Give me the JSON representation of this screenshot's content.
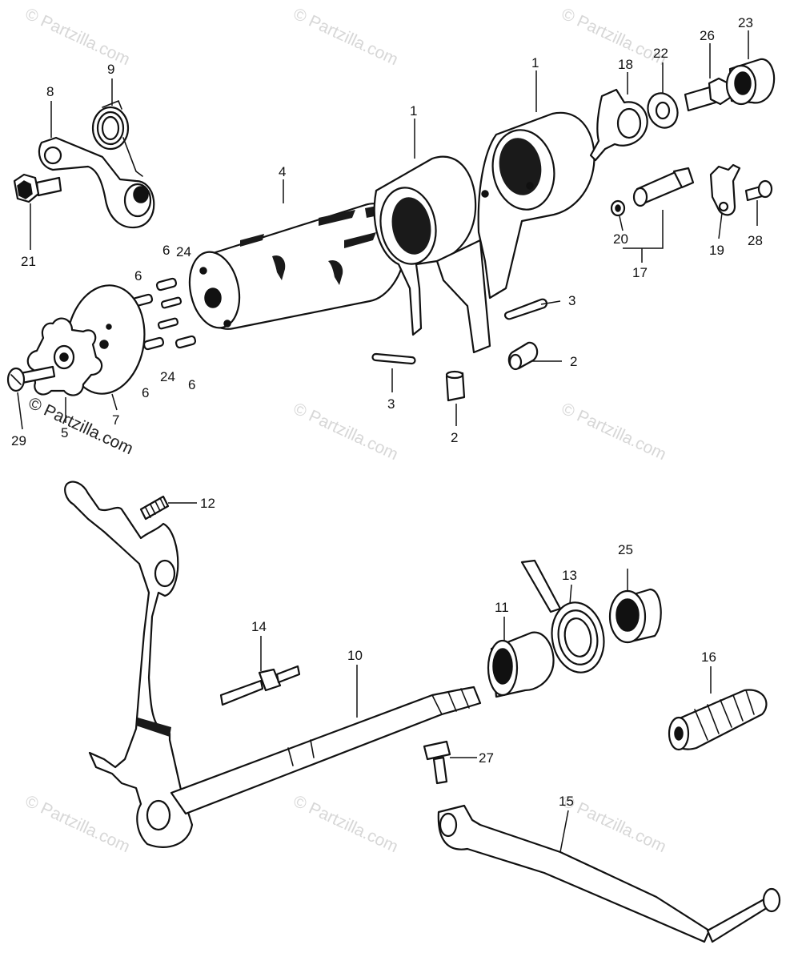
{
  "watermark": {
    "text": "© Partzilla.com"
  },
  "copyright": {
    "text": "© Partzilla.com"
  },
  "callouts": [
    "1",
    "1",
    "2",
    "2",
    "3",
    "3",
    "4",
    "5",
    "6",
    "6",
    "6",
    "6",
    "7",
    "8",
    "9",
    "10",
    "11",
    "12",
    "13",
    "14",
    "15",
    "16",
    "17",
    "18",
    "19",
    "20",
    "21",
    "22",
    "23",
    "24",
    "24",
    "25",
    "26",
    "27",
    "28",
    "29"
  ]
}
